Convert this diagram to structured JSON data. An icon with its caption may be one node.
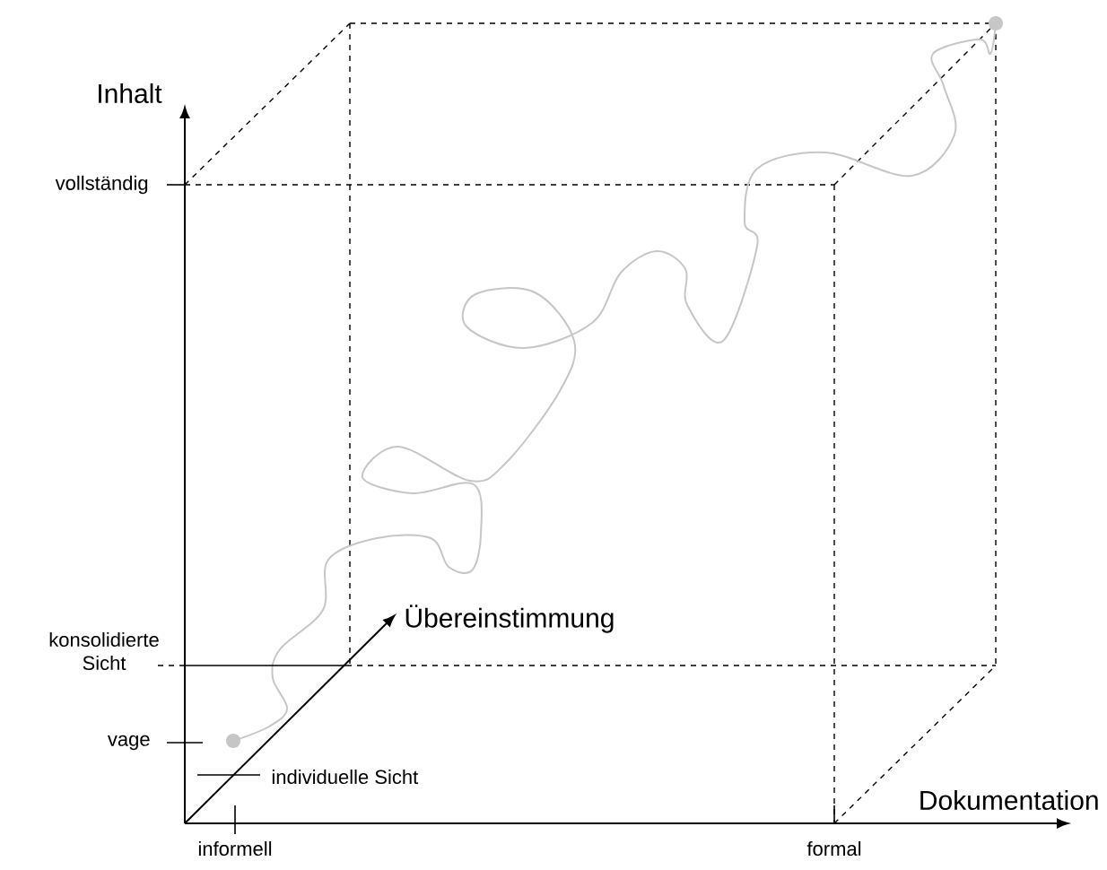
{
  "diagram": {
    "labels": [
      "Inhalt",
      "vollständig",
      "Übereinstimmung",
      "konsolidierte Sicht",
      "vage",
      "individuelle Sicht",
      "Dokumentation",
      "informell",
      "formal"
    ]
  }
}
